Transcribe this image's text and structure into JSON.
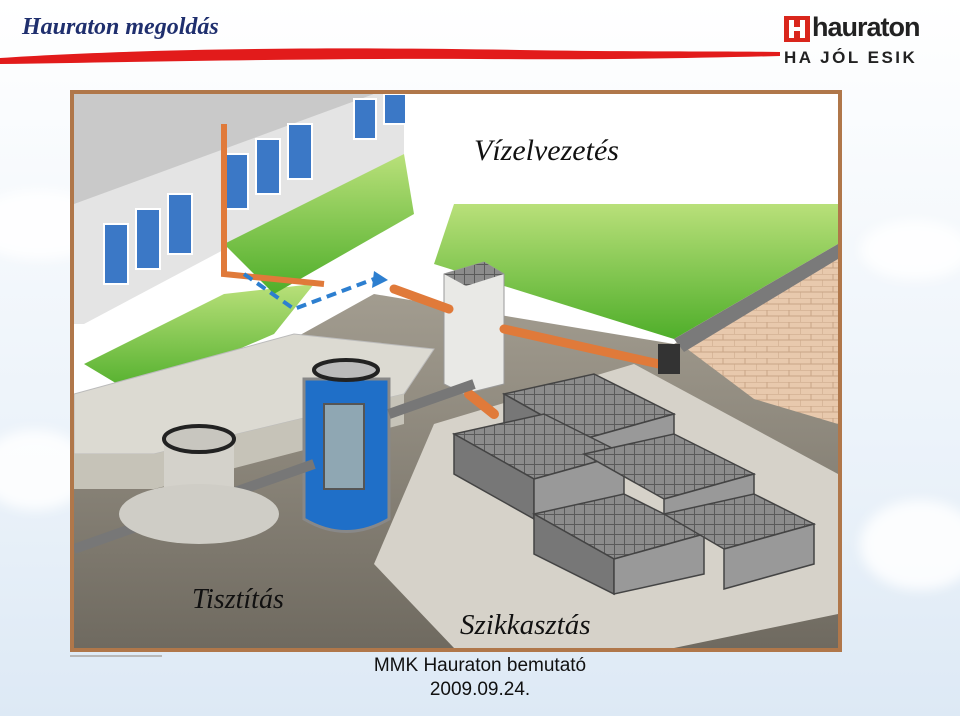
{
  "slide": {
    "title": "Hauraton megoldás",
    "brand": {
      "name": "hauraton",
      "slogan": "HA JÓL ESIK",
      "colors": {
        "red": "#d9261c",
        "dark": "#222222"
      }
    },
    "labels": {
      "water_drainage": "Vízelvezetés",
      "cleaning": "Tisztítás",
      "infiltration": "Szikkasztás"
    },
    "footer": {
      "line1": "MMK Hauraton bemutató",
      "line2": "2009.09.24."
    },
    "colors": {
      "frame": "#b0774a",
      "title": "#1f2f6e",
      "accent_line": "#e21b1b",
      "grass": "#6cc23a",
      "pipe": "#e07a3a",
      "tank_water": "#1f6fc8"
    }
  }
}
